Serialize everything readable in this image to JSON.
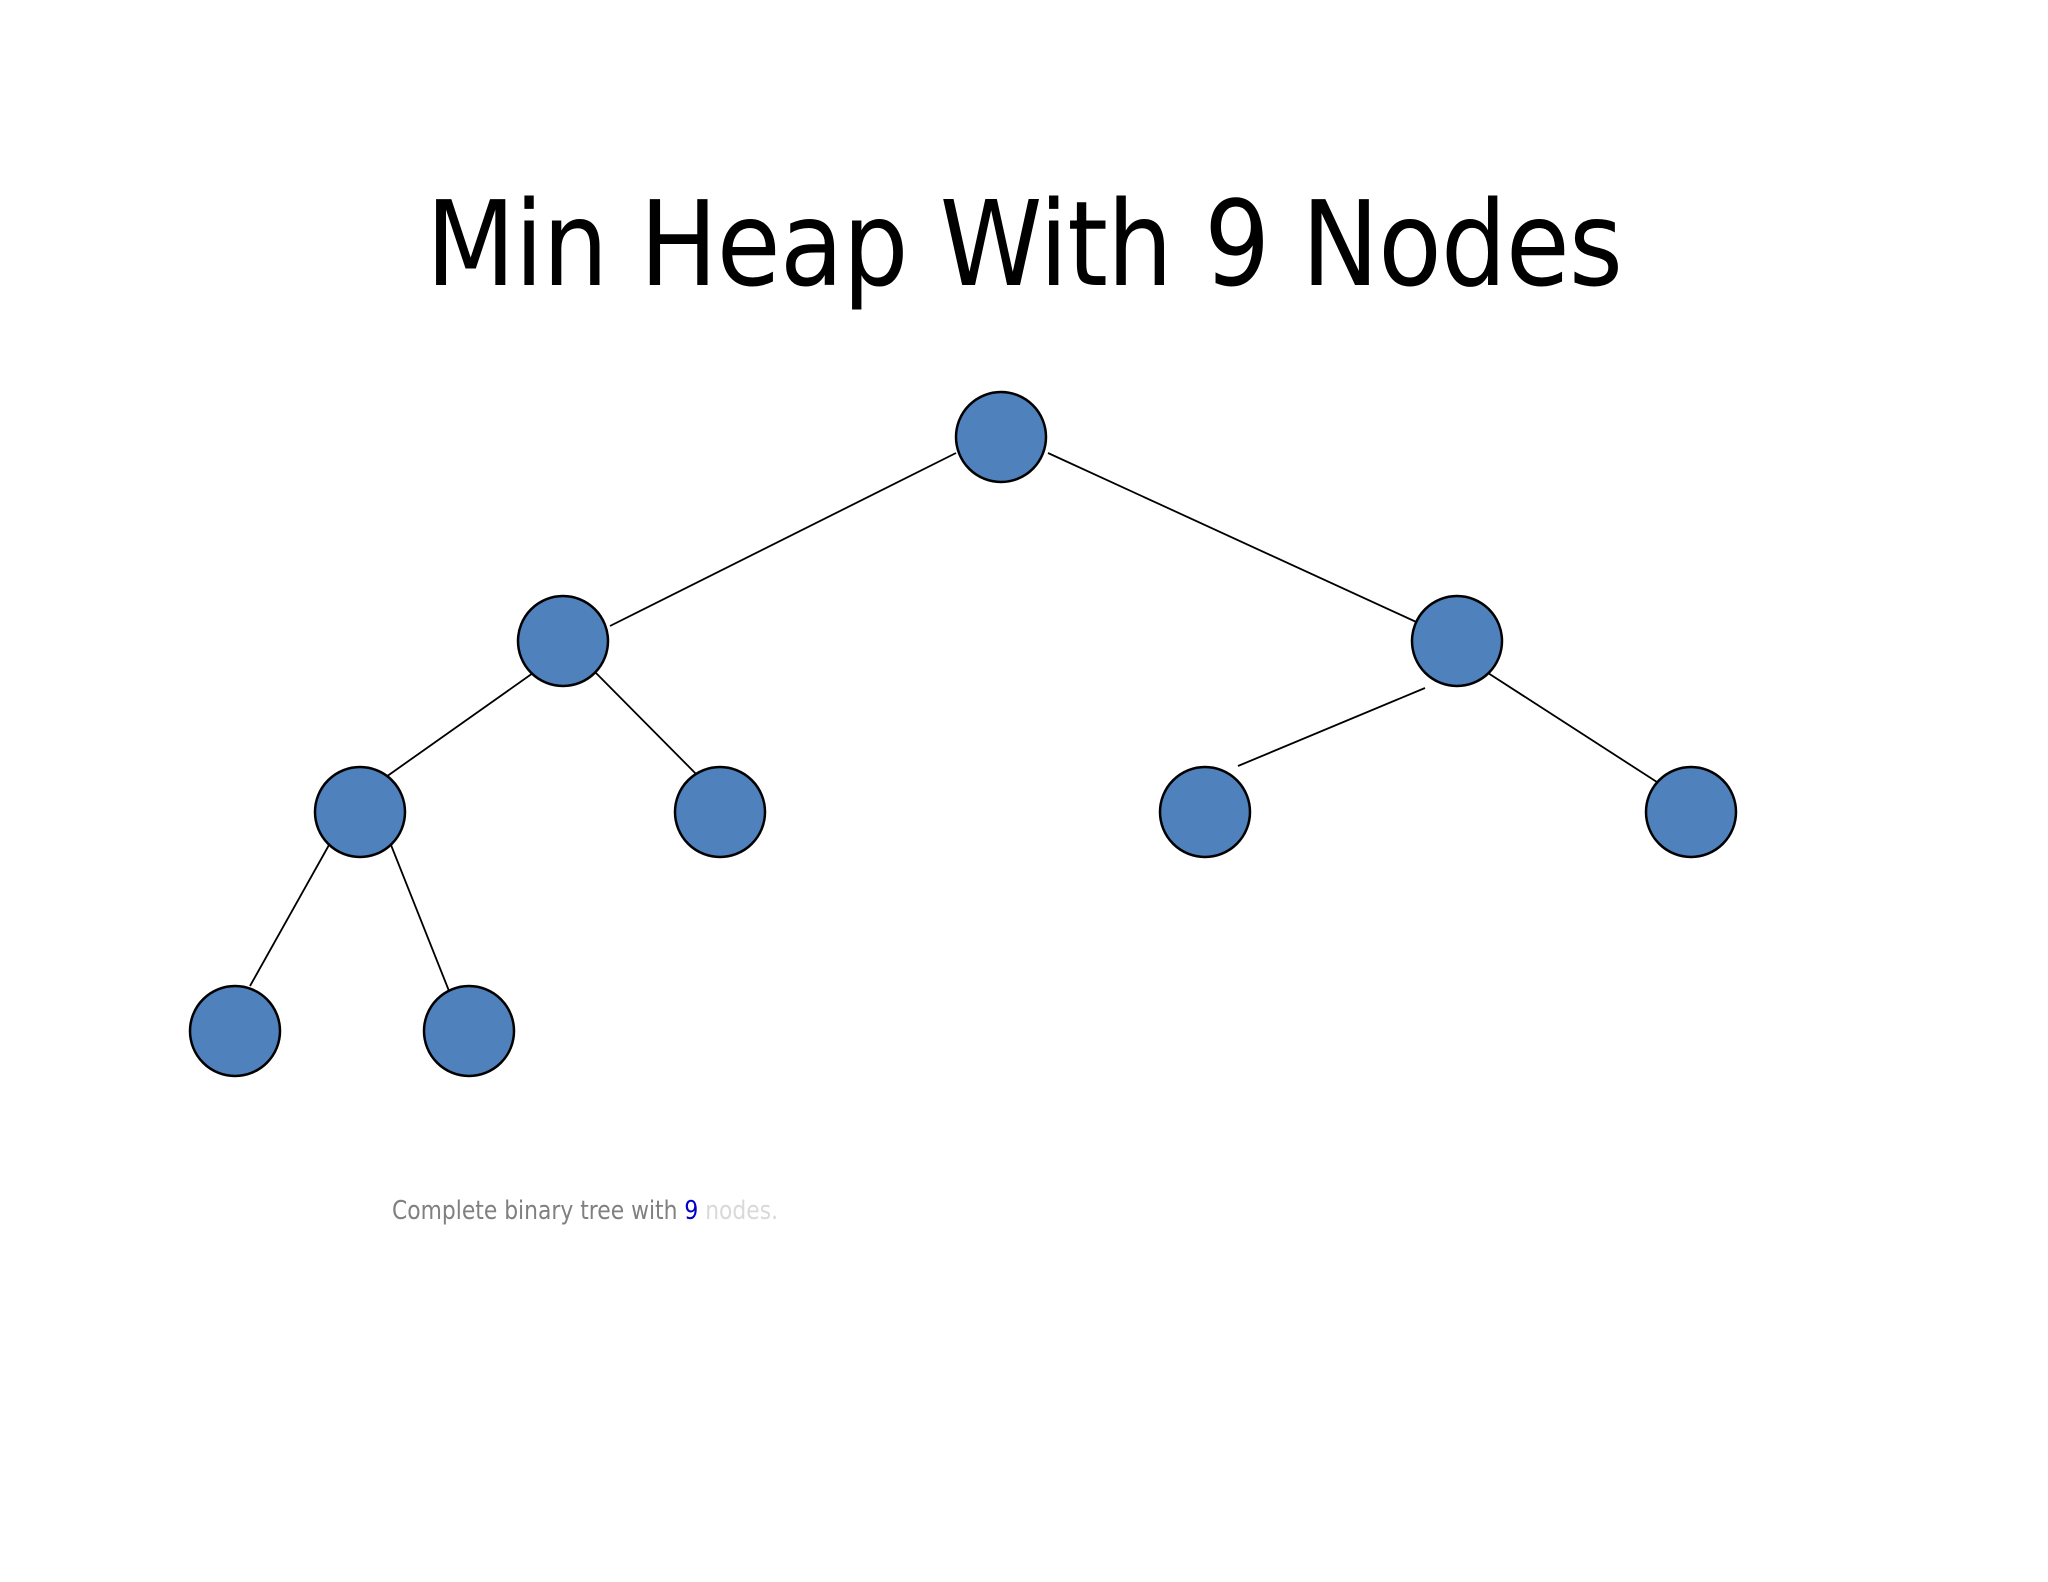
{
  "title": "Min Heap With 9 Nodes",
  "caption": {
    "lead": "Complete binary tree with ",
    "count": "9",
    "trail": " nodes."
  },
  "colors": {
    "node_fill": "#4f81bd",
    "node_stroke": "#000000",
    "caption_text": "#808080",
    "caption_count": "#0000cc",
    "caption_trail": "#d9d9d9"
  },
  "tree": {
    "nodes": [
      {
        "id": 1,
        "label": ""
      },
      {
        "id": 2,
        "label": ""
      },
      {
        "id": 3,
        "label": ""
      },
      {
        "id": 4,
        "label": ""
      },
      {
        "id": 5,
        "label": ""
      },
      {
        "id": 6,
        "label": ""
      },
      {
        "id": 7,
        "label": ""
      },
      {
        "id": 8,
        "label": ""
      },
      {
        "id": 9,
        "label": ""
      }
    ],
    "edges": [
      [
        1,
        2
      ],
      [
        1,
        3
      ],
      [
        2,
        4
      ],
      [
        2,
        5
      ],
      [
        3,
        6
      ],
      [
        3,
        7
      ],
      [
        4,
        8
      ],
      [
        4,
        9
      ]
    ]
  }
}
